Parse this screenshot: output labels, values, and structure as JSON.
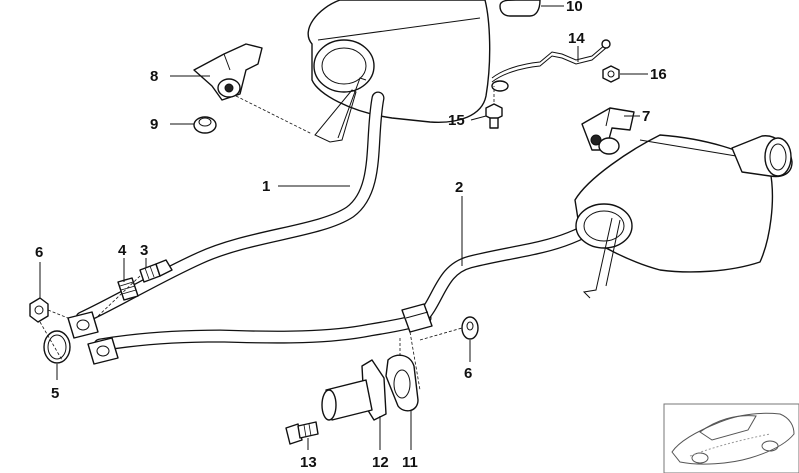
{
  "callouts": [
    {
      "id": "1",
      "label": "1"
    },
    {
      "id": "2",
      "label": "2"
    },
    {
      "id": "3",
      "label": "3"
    },
    {
      "id": "4",
      "label": "4"
    },
    {
      "id": "5",
      "label": "5"
    },
    {
      "id": "6a",
      "label": "6"
    },
    {
      "id": "6b",
      "label": "6"
    },
    {
      "id": "7",
      "label": "7"
    },
    {
      "id": "8",
      "label": "8"
    },
    {
      "id": "9",
      "label": "9"
    },
    {
      "id": "10",
      "label": "10"
    },
    {
      "id": "11",
      "label": "11"
    },
    {
      "id": "12",
      "label": "12"
    },
    {
      "id": "13",
      "label": "13"
    },
    {
      "id": "14",
      "label": "14"
    },
    {
      "id": "15",
      "label": "15"
    },
    {
      "id": "16",
      "label": "16"
    }
  ]
}
